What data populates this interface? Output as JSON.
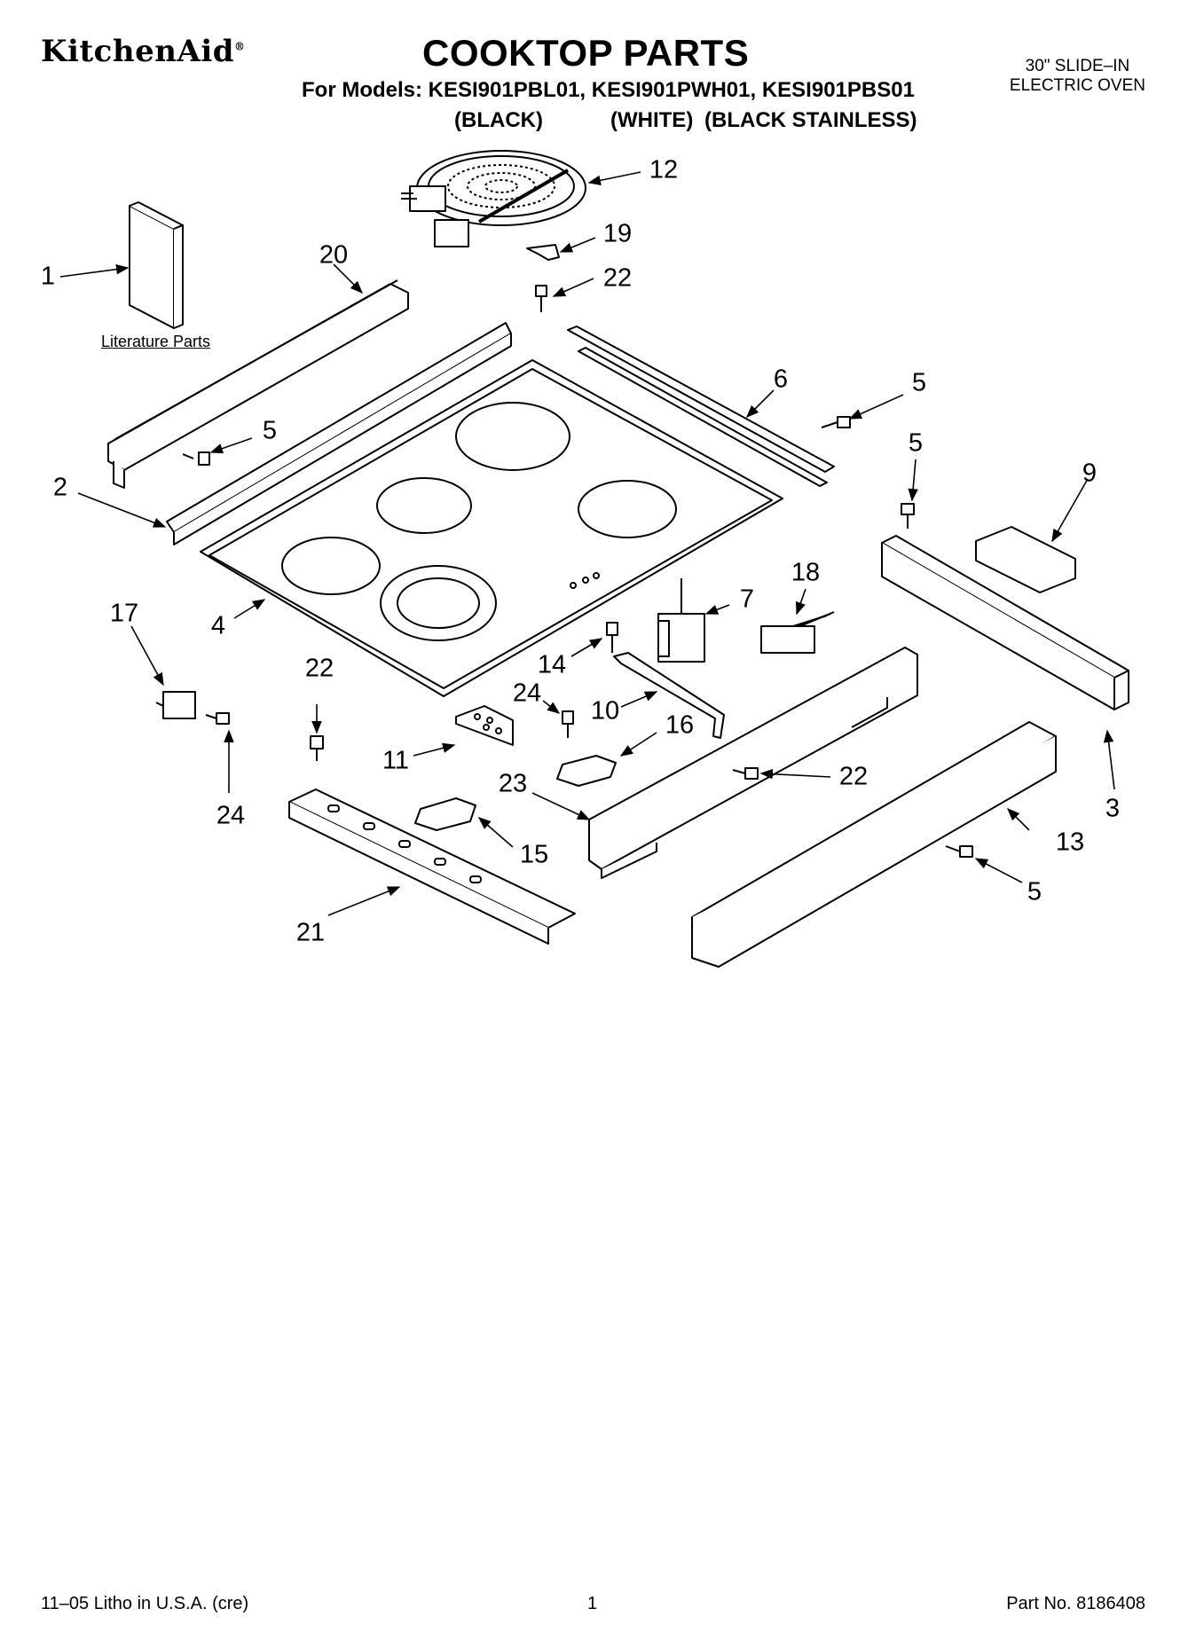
{
  "header": {
    "brand": "KitchenAid",
    "brand_mark": "®",
    "title": "COOKTOP PARTS",
    "models_line": "For Models: KESI901PBL01, KESI901PWH01, KESI901PBS01",
    "finishes": [
      "(BLACK)",
      "(WHITE)",
      "(BLACK STAINLESS)"
    ],
    "oven_type_line1": "30\" SLIDE–IN",
    "oven_type_line2": "ELECTRIC OVEN"
  },
  "diagram": {
    "literature_label": "Literature Parts",
    "callouts": {
      "c1": "1",
      "c2": "2",
      "c3": "3",
      "c4": "4",
      "c5a": "5",
      "c5b": "5",
      "c5c": "5",
      "c5d": "5",
      "c6": "6",
      "c7": "7",
      "c9": "9",
      "c10": "10",
      "c11": "11",
      "c12": "12",
      "c13": "13",
      "c14": "14",
      "c15": "15",
      "c16": "16",
      "c17": "17",
      "c18": "18",
      "c19": "19",
      "c20": "20",
      "c21": "21",
      "c22a": "22",
      "c22b": "22",
      "c22c": "22",
      "c23": "23",
      "c24a": "24",
      "c24b": "24"
    }
  },
  "footer": {
    "litho": "11–05 Litho in U.S.A. (cre)",
    "page": "1",
    "part_no": "Part No. 8186408"
  }
}
